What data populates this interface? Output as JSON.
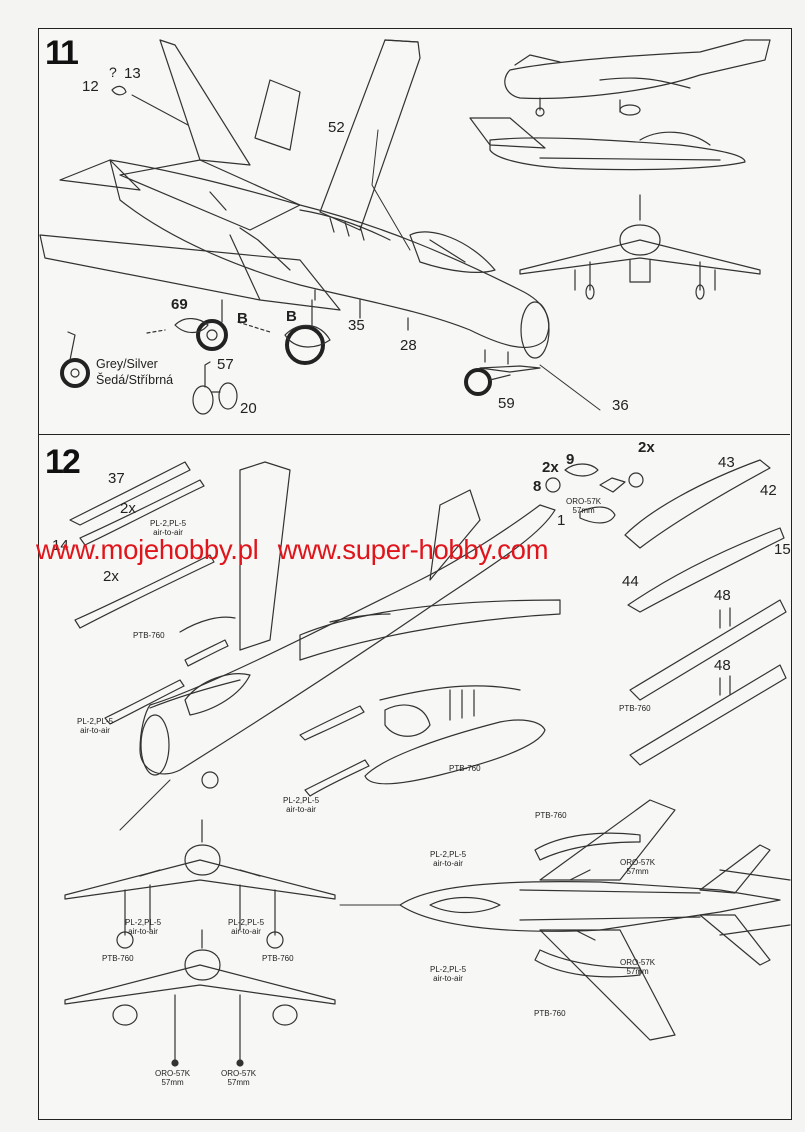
{
  "steps": [
    {
      "number": "11"
    },
    {
      "number": "12"
    }
  ],
  "step11": {
    "part_labels": {
      "p12": "12",
      "q": "?",
      "p13": "13",
      "p52": "52",
      "p69": "69",
      "b1": "B",
      "b2": "B",
      "p35": "35",
      "p28": "28",
      "p57": "57",
      "p20": "20",
      "p59": "59",
      "p36": "36"
    },
    "wheel_color": {
      "line1": "Grey/Silver",
      "line2": "Šedá/Stříbrná"
    }
  },
  "step12": {
    "part_labels": {
      "p37": "37",
      "x2a": "2x",
      "p14": "14",
      "x2b": "2x",
      "x2c": "2x",
      "p9": "9",
      "p8": "8",
      "x2d": "2x",
      "p43": "43",
      "p42": "42",
      "p1": "1",
      "p15": "15",
      "p44": "44",
      "p48a": "48",
      "p48b": "48"
    },
    "callouts": {
      "pl_a1": "PL-2,PL-5",
      "pl_a2": "air-to-air",
      "oro_1": "ORO-57K",
      "oro_2": "57mm",
      "ptb_1": "PTB-760",
      "pl_b1": "PL-2,PL-5",
      "pl_b2": "air-to-air",
      "pl_c1": "PL-2,PL-5",
      "pl_c2": "air-to-air",
      "ptb_2": "PTB-760",
      "ptb_3": "PTB-760",
      "ptb_top": "PTB-760",
      "pl_top1": "PL-2,PL-5",
      "pl_top2": "air-to-air",
      "oro_top1": "ORO-57K",
      "oro_top2": "57mm",
      "oro_bot1": "ORO-57K",
      "oro_bot2": "57mm",
      "pl_bot1": "PL-2,PL-5",
      "pl_bot2": "air-to-air",
      "ptb_bot": "PTB-760",
      "front1_pl_l1": "PL-2,PL-5",
      "front1_pl_l2": "air-to-air",
      "front1_pl_r1": "PL-2,PL-5",
      "front1_pl_r2": "air-to-air",
      "front1_ptb_l": "PTB-760",
      "front1_ptb_r": "PTB-760",
      "front2_oro_l1": "ORO-57K",
      "front2_oro_l2": "57mm",
      "front2_oro_r1": "ORO-57K",
      "front2_oro_r2": "57mm"
    }
  },
  "watermark": {
    "left": "www.mojehobby.pl",
    "right": "www.super-hobby.com",
    "color": "#e0141b"
  }
}
